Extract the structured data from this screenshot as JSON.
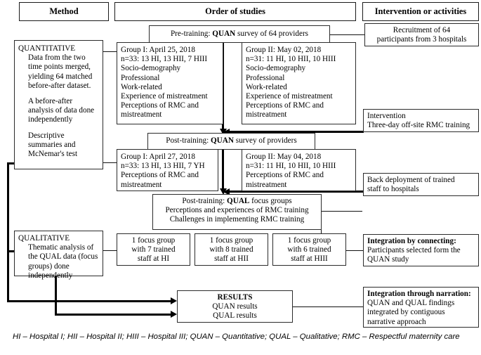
{
  "headers": {
    "method": "Method",
    "order": "Order of studies",
    "intervention": "Intervention or activities"
  },
  "boxes": {
    "pre_training": {
      "prefix": "Pre-training: ",
      "bold": "QUAN",
      "suffix": " survey of 64 providers"
    },
    "recruitment": {
      "l1": "Recruitment of 64",
      "l2": "participants from 3 hospitals"
    },
    "quantitative": {
      "title": "QUANTITATIVE",
      "p1": "Data from the two time points merged, yielding 64 matched before-after dataset.",
      "p2": "A before-after analysis of data done independently",
      "p3": "Descriptive summaries and McNemar's test"
    },
    "group1_pre": {
      "l1": "Group I: April 25, 2018",
      "l2": "n=33: 13 HI, 13 HII, 7 HIII",
      "l3": "Socio-demography",
      "l4": "Professional",
      "l5": "Work-related",
      "l6": "Experience of mistreatment",
      "l7": "Perceptions of RMC and",
      "l8": "mistreatment"
    },
    "group2_pre": {
      "l1": "Group II: May 02, 2018",
      "l2": "n=31: 11 HI, 10 HII, 10 HIII",
      "l3": "Socio-demography",
      "l4": "Professional",
      "l5": "Work-related",
      "l6": "Experience of mistreatment",
      "l7": "Perceptions of RMC and",
      "l8": "mistreatment"
    },
    "intervention_training": {
      "l1": "Intervention",
      "l2": "Three-day off-site RMC training"
    },
    "post_training_quan": {
      "prefix": "Post-training: ",
      "bold": "QUAN",
      "suffix": " survey of providers"
    },
    "group1_post": {
      "l1": "Group I: April 27, 2018",
      "l2": "n=33: 13 HI, 13 HII, 7 YH",
      "l3": "Perceptions of RMC and",
      "l4": "mistreatment"
    },
    "group2_post": {
      "l1": "Group II: May 04, 2018",
      "l2": "n=31: 11 HI, 10 HII, 10 HIII",
      "l3": "Perceptions of RMC and",
      "l4": "mistreatment"
    },
    "back_deployment": {
      "l1": "Back deployment of trained",
      "l2": "staff to hospitals"
    },
    "post_training_qual": {
      "prefix": "Post-training: ",
      "bold": "QUAL",
      "suffix": " focus groups",
      "l2": "Perceptions and experiences of RMC training",
      "l3": "Challenges in implementing RMC training"
    },
    "focus_group_1": {
      "l1": "1 focus group",
      "l2": "with 7 trained",
      "l3": "staff at HI"
    },
    "focus_group_2": {
      "l1": "1 focus group",
      "l2": "with 8 trained",
      "l3": "staff at HII"
    },
    "focus_group_3": {
      "l1": "1 focus group",
      "l2": "with 6 trained",
      "l3": "staff at HIII"
    },
    "qualitative": {
      "title": "QUALITATIVE",
      "p1": "Thematic analysis of the QUAL data (focus groups) done independently"
    },
    "integration_connecting": {
      "title": "Integration by connecting:",
      "l1": "Participants selected form the",
      "l2": "QUAN study"
    },
    "results": {
      "title": "RESULTS",
      "l1": "QUAN results",
      "l2": "QUAL results"
    },
    "integration_narration": {
      "title": "Integration through narration:",
      "l1": "QUAN and QUAL findings",
      "l2": "integrated by contiguous",
      "l3": "narrative approach"
    }
  },
  "legend": {
    "text": "HI – Hospital I; HII – Hospital II; HIII – Hospital III; QUAN – Quantitative; QUAL – Qualitative; RMC – Respectful maternity care"
  },
  "colors": {
    "line": "#111111",
    "border": "#2b2b2b",
    "background": "#ffffff"
  }
}
